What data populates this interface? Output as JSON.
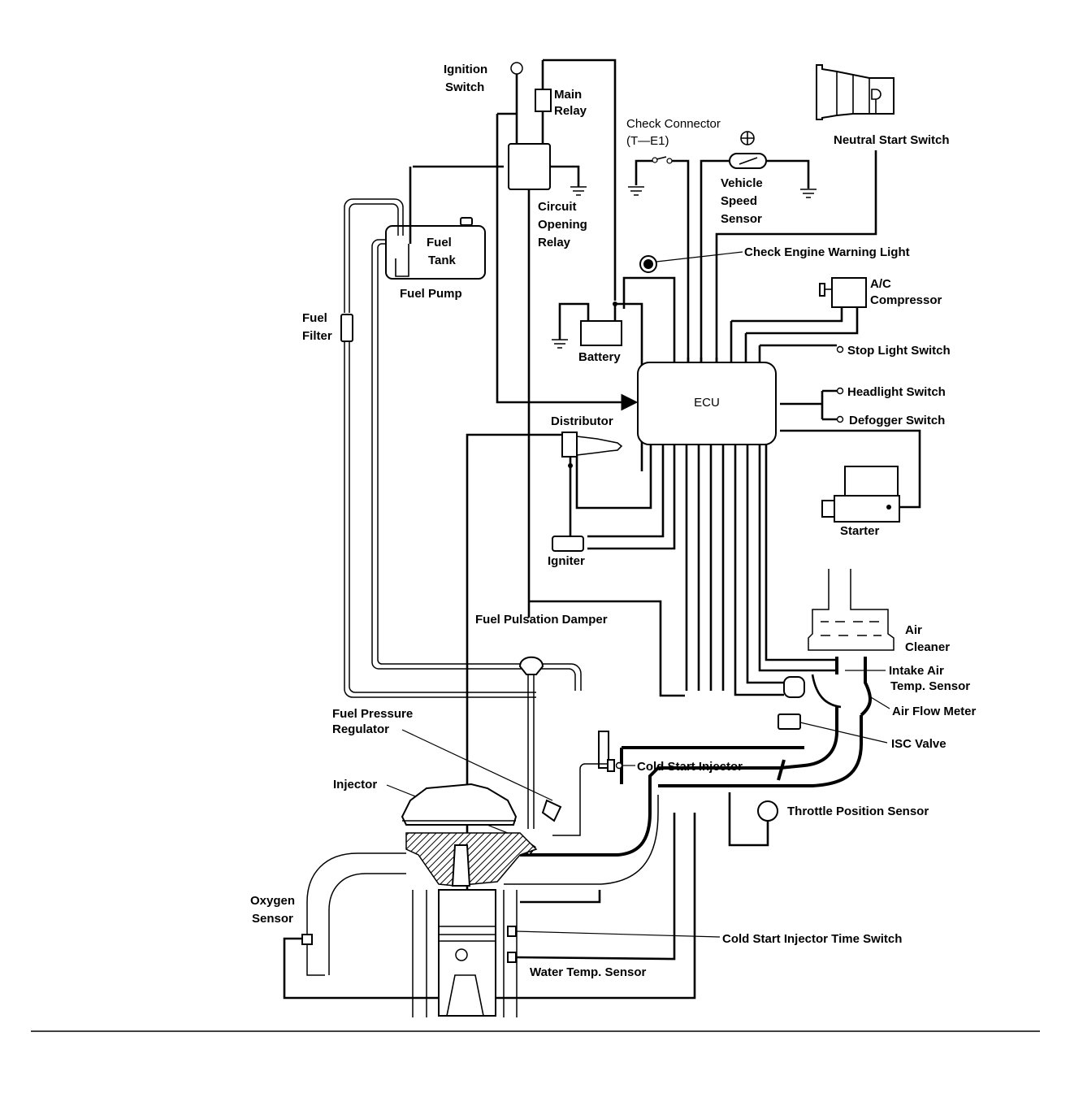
{
  "diagram": {
    "title": "EFI System Diagram",
    "central_unit": "ECU",
    "components": {
      "ignition_switch": "Ignition Switch",
      "ignition_switch_l1": "Ignition",
      "ignition_switch_l2": "Switch",
      "main_relay_l1": "Main",
      "main_relay_l2": "Relay",
      "circuit_opening_relay_l1": "Circuit",
      "circuit_opening_relay_l2": "Opening",
      "circuit_opening_relay_l3": "Relay",
      "check_connector_l1": "Check Connector",
      "check_connector_l2": "(T—E1)",
      "vehicle_speed_sensor_l1": "Vehicle",
      "vehicle_speed_sensor_l2": "Speed",
      "vehicle_speed_sensor_l3": "Sensor",
      "neutral_start_switch": "Neutral Start Switch",
      "check_engine_warning_light": "Check Engine Warning Light",
      "fuel_tank_l1": "Fuel",
      "fuel_tank_l2": "Tank",
      "fuel_pump": "Fuel Pump",
      "fuel_filter_l1": "Fuel",
      "fuel_filter_l2": "Filter",
      "battery": "Battery",
      "ac_compressor_l1": "A/C",
      "ac_compressor_l2": "Compressor",
      "stop_light_switch": "Stop Light Switch",
      "headlight_switch": "Headlight Switch",
      "defogger_switch": "Defogger Switch",
      "distributor": "Distributor",
      "igniter": "Igniter",
      "starter": "Starter",
      "air_cleaner_l1": "Air",
      "air_cleaner_l2": "Cleaner",
      "intake_air_temp_sensor_l1": "Intake Air",
      "intake_air_temp_sensor_l2": "Temp. Sensor",
      "air_flow_meter": "Air Flow Meter",
      "isc_valve": "ISC Valve",
      "fuel_pulsation_damper": "Fuel Pulsation Damper",
      "fuel_pressure_regulator_l1": "Fuel Pressure",
      "fuel_pressure_regulator_l2": "Regulator",
      "cold_start_injector": "Cold Start Injector",
      "injector": "Injector",
      "throttle_position_sensor": "Throttle Position Sensor",
      "oxygen_sensor_l1": "Oxygen",
      "oxygen_sensor_l2": "Sensor",
      "cold_start_injector_time_switch": "Cold Start Injector Time Switch",
      "water_temp_sensor": "Water Temp. Sensor"
    }
  }
}
